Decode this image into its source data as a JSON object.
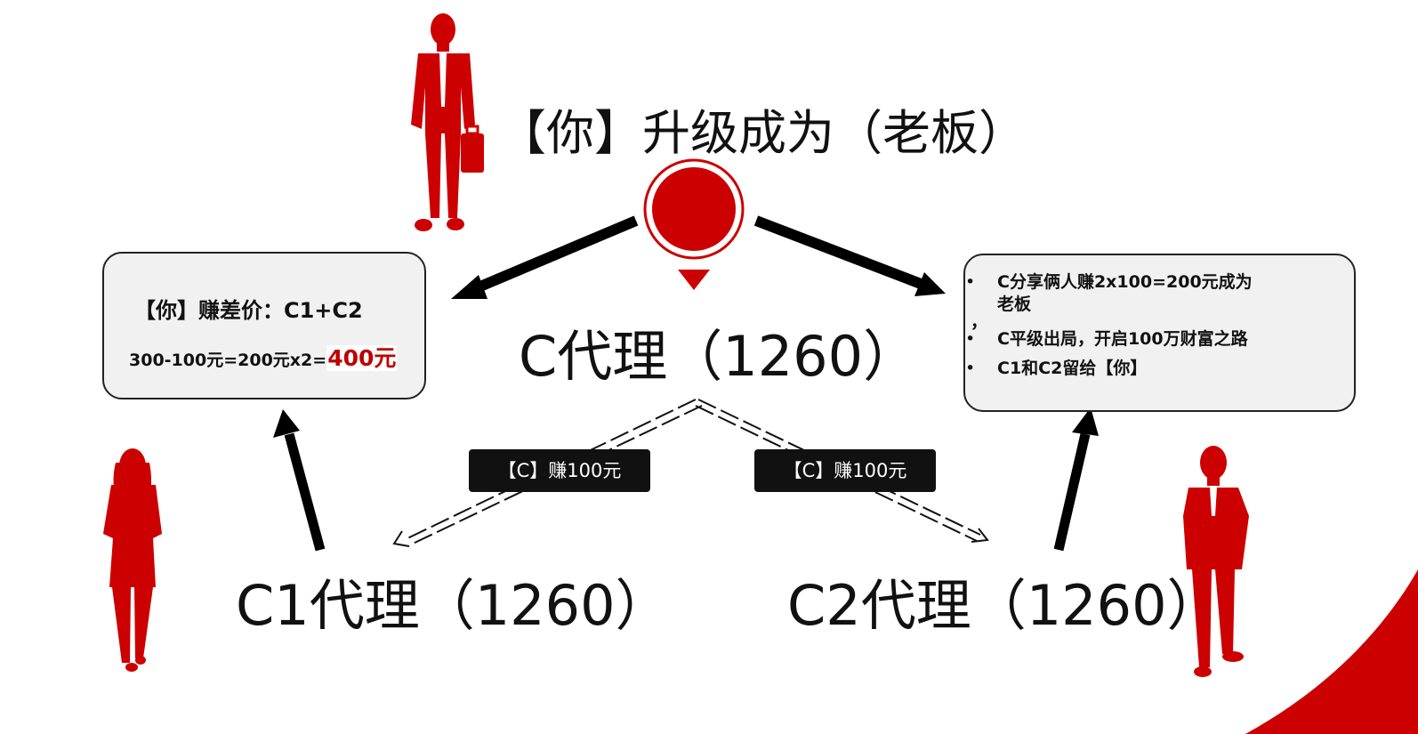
{
  "title": "【你】升级成为（老板）",
  "nodes": {
    "top": "C代理（1260）",
    "left": "C1代理（1260）",
    "right": "C2代理（1260）"
  },
  "left_box": {
    "line1": "【你】赚差价：C1+C2",
    "line2_prefix": "300-100元=200元x2=",
    "line2_highlight": "400元"
  },
  "right_box": {
    "items": [
      "C分享俩人赚2x100=200元成为老板",
      "C平级出局，开启100万财富之路",
      "C1和C2留给【你】"
    ],
    "separator": "，",
    "bullet": "•"
  },
  "tags": {
    "left": "【C】赚100元",
    "right": "【C】赚100元"
  },
  "colors": {
    "accent": "#cc0000",
    "text": "#111111",
    "box_bg": "#f1f1f1"
  },
  "icons": [
    "businessman-with-briefcase-silhouette",
    "location-pin-icon",
    "businesswoman-silhouette",
    "businessman-arms-crossed-silhouette"
  ]
}
